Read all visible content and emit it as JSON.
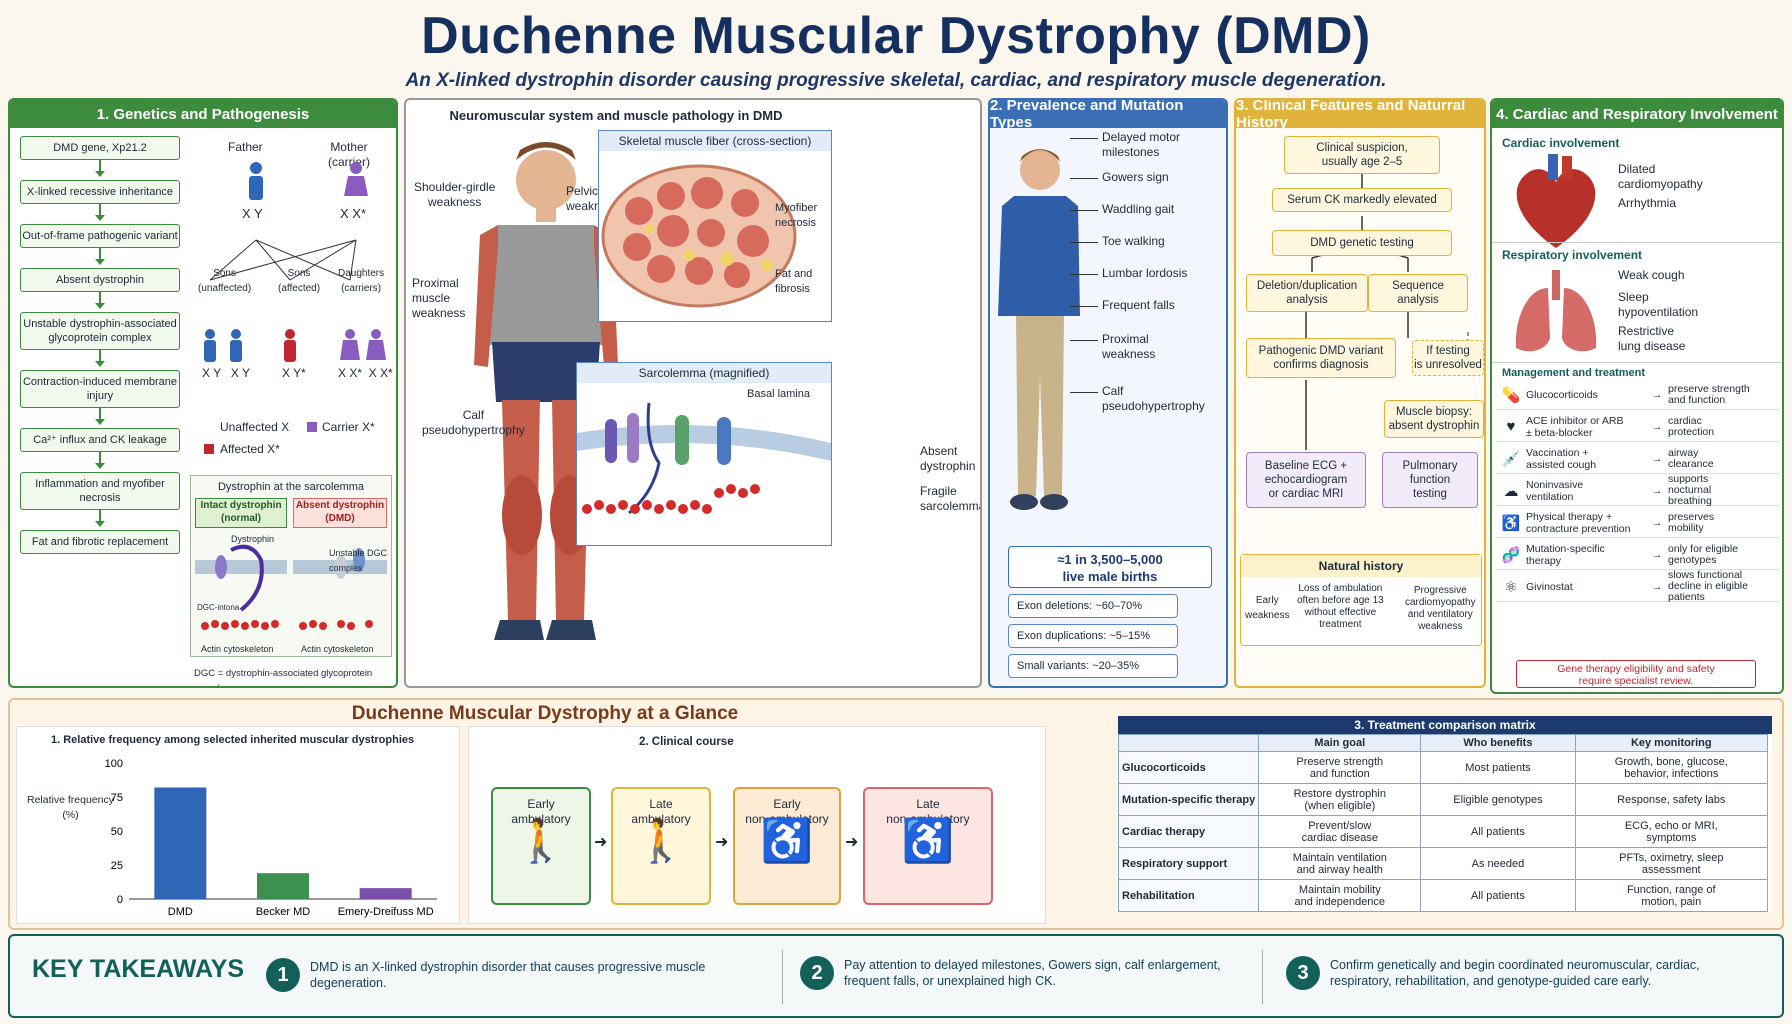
{
  "header": {
    "title": "Duchenne Muscular Dystrophy (DMD)",
    "subtitle": "An X-linked dystrophin disorder causing progressive skeletal, cardiac, and respiratory muscle degeneration."
  },
  "colors": {
    "green": "#3d8b3d",
    "blue": "#3a6fb5",
    "gold": "#e0b43a",
    "navy": "#15305e",
    "teal": "#13605a",
    "red": "#c0262d",
    "purple": "#7b4fa8"
  },
  "genetics": {
    "heading": "1. Genetics and Pathogenesis",
    "chain": [
      "DMD gene, Xp21.2",
      "X-linked recessive inheritance",
      "Out-of-frame pathogenic variant",
      "Absent dystrophin",
      "Unstable dystrophin-associated glycoprotein complex",
      "Contraction-induced membrane injury",
      "Ca²⁺ influx and CK leakage",
      "Inflammation and myofiber necrosis",
      "Fat and fibrotic replacement"
    ],
    "father": "Father",
    "mother": "Mother\n(carrier)",
    "father_geno": "X  Y",
    "mother_geno": "X  X*",
    "sons_unaffected": "Sons\n(unaffected)",
    "sons_affected": "Sons\n(affected)",
    "daughters": "Daughters\n(carriers)",
    "geno_unaffected": "X Y   X Y",
    "geno_affected": "X Y*",
    "geno_daughters": "X X*  X X*",
    "legend": [
      "Unaffected X",
      "Carrier X*",
      "Affected X*"
    ],
    "sarco_title": "Dystrophin at the sarcolemma",
    "intact": "Intact dystrophin\n(normal)",
    "absent": "Absent dystrophin\n(DMD)",
    "dystrophin_lbl": "Dystrophin",
    "dgc_lbl": "DGC-intona",
    "unstable_lbl": "Unstable DGC\ncomplex",
    "actin1": "Actin cytoskeleton",
    "actin2": "Actin cytoskeleton",
    "footnote": "DGC = dystrophin-associated glycoprotein complex"
  },
  "anatomy": {
    "heading": "Neuromuscular system and muscle pathology in DMD",
    "shoulder": "Shoulder-girdle\nweakness",
    "pelvic": "Pelvic-girdle\nweakness",
    "proximal": "Proximal\nmuscle\nweakness",
    "calf": "Calf\npseudohypertrophy",
    "fiber_title": "Skeletal muscle fiber (cross-section)",
    "necrosis": "Myofiber\nnecrosis",
    "fat": "Fat and\nfibrosis",
    "sarco_title": "Sarcolemma (magnified)",
    "basal": "Basal lamina",
    "absent": "Absent\ndystrophin",
    "fragile": "Fragile\nsarcolemma"
  },
  "prevalence": {
    "heading": "2. Prevalence and Mutation Types",
    "signs": [
      "Delayed motor\nmilestones",
      "Gowers sign",
      "Waddling gait",
      "Toe walking",
      "Lumbar lordosis",
      "Frequent falls",
      "Proximal\nweakness",
      "Calf\npseudohypertrophy"
    ],
    "births": "≈1 in 3,500–5,000\nlive male births",
    "types": [
      "Exon deletions:   ~60–70%",
      "Exon duplications:   ~5–15%",
      "Small variants:   ~20–35%"
    ]
  },
  "clinical": {
    "heading": "3. Clinical Features and Naturral History",
    "suspicion": "Clinical suspicion,\nusually age 2–5",
    "ck": "Serum CK markedly elevated",
    "testing": "DMD genetic testing",
    "deldup": "Deletion/duplication\nanalysis",
    "seq": "Sequence\nanalysis",
    "confirm": "Pathogenic DMD variant\nconfirms diagnosis",
    "unresolved": "If testing\nis unresolved",
    "biopsy": "Muscle biopsy:\nabsent dystrophin",
    "ecg": "Baseline ECG +\nechocardiogram\nor cardiac MRI",
    "pft": "Pulmonary\nfunction\ntesting",
    "nh_title": "Natural history",
    "nh": [
      "Early\nweakness",
      "Loss of ambulation\noften before age 13\nwithout effective\ntreatment",
      "Progressive\ncardiomyopathy\nand ventilatory\nweakness"
    ]
  },
  "cardio": {
    "heading": "4. Cardiac and Respiratory Involvement",
    "cardiac_title": "Cardiac involvement",
    "cardiac": [
      "Dilated\ncardiomyopathy",
      "Arrhythmia"
    ],
    "resp_title": "Respiratory involvement",
    "resp": [
      "Weak cough",
      "Sleep\nhypoventilation",
      "Restrictive\nlung disease"
    ],
    "mgmt_title": "Management and treatment",
    "mgmt": [
      {
        "icon": "pill-icon",
        "glyph": "💊",
        "t": "Glucocorticoids",
        "o": "preserve strength\nand function"
      },
      {
        "icon": "heart-icon",
        "glyph": "♥",
        "t": "ACE inhibitor or ARB\n± beta-blocker",
        "o": "cardiac\nprotection"
      },
      {
        "icon": "syringe-icon",
        "glyph": "💉",
        "t": "Vaccination +\nassisted cough",
        "o": "airway\nclearance"
      },
      {
        "icon": "ventilator-icon",
        "glyph": "☁",
        "t": "Noninvasive\nventilation",
        "o": "supports\nnocturnal\nbreathing"
      },
      {
        "icon": "therapy-icon",
        "glyph": "♿",
        "t": "Physical therapy +\ncontracture prevention",
        "o": "preserves\nmobility"
      },
      {
        "icon": "dna-icon",
        "glyph": "🧬",
        "t": "Mutation-specific\ntherapy",
        "o": "only for eligible\ngenotypes"
      },
      {
        "icon": "molecule-icon",
        "glyph": "⚛",
        "t": "Givinostat",
        "o": "slows functional\ndecline in eligible\npatients"
      }
    ],
    "warning": "Gene therapy eligibility and safety\nrequire specialist review."
  },
  "glance": {
    "heading": "Duchenne Muscular Dystrophy at a Glance",
    "freq_title": "1.  Relative frequency among selected inherited muscular dystrophies",
    "course_title": "2. Clinical course",
    "stages": [
      "Early\nambulatory",
      "Late\nambulatory",
      "Early\nnon-ambulatory",
      "Late\nnon-ambulatory"
    ],
    "matrix_title": "3. Treatment comparison matrix",
    "matrix_headers": [
      "",
      "Main goal",
      "Who benefits",
      "Key monitoring"
    ],
    "matrix_rows": [
      [
        "Glucocorticoids",
        "Preserve strength\nand function",
        "Most patients",
        "Growth, bone, glucose,\nbehavior, infections"
      ],
      [
        "Mutation-specific therapy",
        "Restore dystrophin\n(when eligible)",
        "Eligible genotypes",
        "Response, safety labs"
      ],
      [
        "Cardiac therapy",
        "Prevent/slow\ncardiac disease",
        "All patients",
        "ECG, echo or MRI,\nsymptoms"
      ],
      [
        "Respiratory support",
        "Maintain ventilation\nand airway health",
        "As needed",
        "PFTs, oximetry, sleep\nassessment"
      ],
      [
        "Rehabilitation",
        "Maintain mobility\nand independence",
        "All patients",
        "Function, range of\nmotion, pain"
      ]
    ]
  },
  "chart_data": {
    "type": "bar",
    "title": "1.  Relative frequency among selected inherited muscular dystrophies",
    "categories": [
      "DMD",
      "Becker MD",
      "Emery-Dreifuss MD"
    ],
    "values": [
      82,
      19,
      8
    ],
    "colors": [
      "#2f66b5",
      "#3d9150",
      "#7b4fa8"
    ],
    "xlabel": "",
    "ylabel": "Relative frequency\n(%)",
    "ylim": [
      0,
      100
    ],
    "yticks": [
      0,
      25,
      50,
      75,
      100
    ]
  },
  "takeaways": {
    "heading": "KEY TAKEAWAYS",
    "items": [
      {
        "n": "1",
        "t": "DMD is an X-linked dystrophin disorder that causes progressive muscle degeneration."
      },
      {
        "n": "2",
        "t": "Pay attention to delayed milestones, Gowers sign, calf enlargement,\nfrequent falls, or unexplained high CK."
      },
      {
        "n": "3",
        "t": "Confirm genetically and begin coordinated neuromuscular, cardiac,\nrespiratory, rehabilitation, and genotype-guided care early."
      }
    ]
  }
}
